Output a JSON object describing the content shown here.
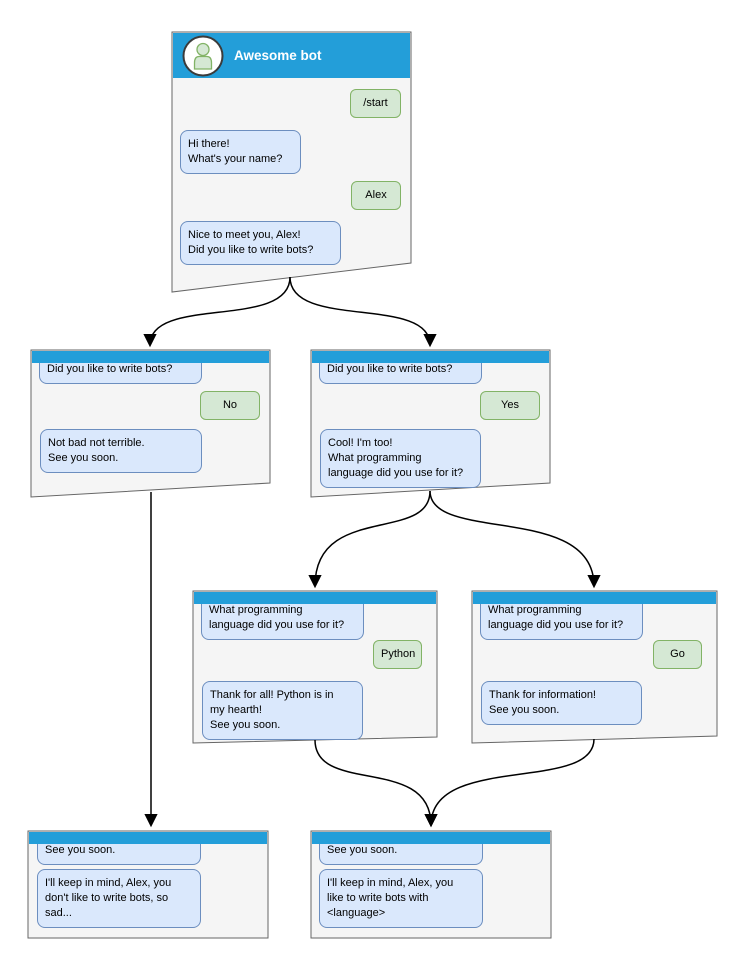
{
  "colors": {
    "header_blue": "#239ED9",
    "box_fill": "#F5F5F5",
    "box_border": "#666666",
    "bot_bubble_fill": "#DAE8FC",
    "bot_bubble_border": "#6C8EBF",
    "user_bubble_fill": "#D5E8D4",
    "user_bubble_border": "#82B366",
    "arrow": "#000000",
    "title_text": "#FFFFFF"
  },
  "nodes": {
    "root": {
      "title": "Awesome bot",
      "avatar_icon": "person-icon",
      "messages": [
        {
          "from": "user",
          "text": "/start"
        },
        {
          "from": "bot",
          "text": "Hi there!\nWhat's your name?"
        },
        {
          "from": "user",
          "text": "Alex"
        },
        {
          "from": "bot",
          "text": "Nice to meet you, Alex!\nDid you like to write bots?"
        }
      ]
    },
    "branch_no": {
      "messages": [
        {
          "from": "bot",
          "text": "Did you like to write bots?"
        },
        {
          "from": "user",
          "text": "No"
        },
        {
          "from": "bot",
          "text": "Not bad not terrible.\nSee you soon."
        }
      ]
    },
    "branch_yes": {
      "messages": [
        {
          "from": "bot",
          "text": "Did you like to write bots?"
        },
        {
          "from": "user",
          "text": "Yes"
        },
        {
          "from": "bot",
          "text": "Cool! I'm too!\nWhat programming\nlanguage did you use for it?"
        }
      ]
    },
    "branch_python": {
      "messages": [
        {
          "from": "bot",
          "text": "What programming\nlanguage did you use for it?"
        },
        {
          "from": "user",
          "text": "Python"
        },
        {
          "from": "bot",
          "text": "Thank for all! Python is in\nmy hearth!\nSee you soon."
        }
      ]
    },
    "branch_go": {
      "messages": [
        {
          "from": "bot",
          "text": "What programming\nlanguage did you use for it?"
        },
        {
          "from": "user",
          "text": "Go"
        },
        {
          "from": "bot",
          "text": "Thank for information!\nSee you soon."
        }
      ]
    },
    "end_no": {
      "messages": [
        {
          "from": "bot",
          "text": "See you soon."
        },
        {
          "from": "bot",
          "text": "I'll keep in mind, Alex, you\ndon't like to write bots, so\nsad..."
        }
      ]
    },
    "end_yes": {
      "messages": [
        {
          "from": "bot",
          "text": "See you soon."
        },
        {
          "from": "bot",
          "text": "I'll keep in mind, Alex, you\nlike to write bots with\n<language>"
        }
      ]
    }
  },
  "edges": [
    {
      "from": "root",
      "to": "branch_no"
    },
    {
      "from": "root",
      "to": "branch_yes"
    },
    {
      "from": "branch_no",
      "to": "end_no"
    },
    {
      "from": "branch_yes",
      "to": "branch_python"
    },
    {
      "from": "branch_yes",
      "to": "branch_go"
    },
    {
      "from": "branch_python",
      "to": "end_yes"
    },
    {
      "from": "branch_go",
      "to": "end_yes"
    }
  ]
}
